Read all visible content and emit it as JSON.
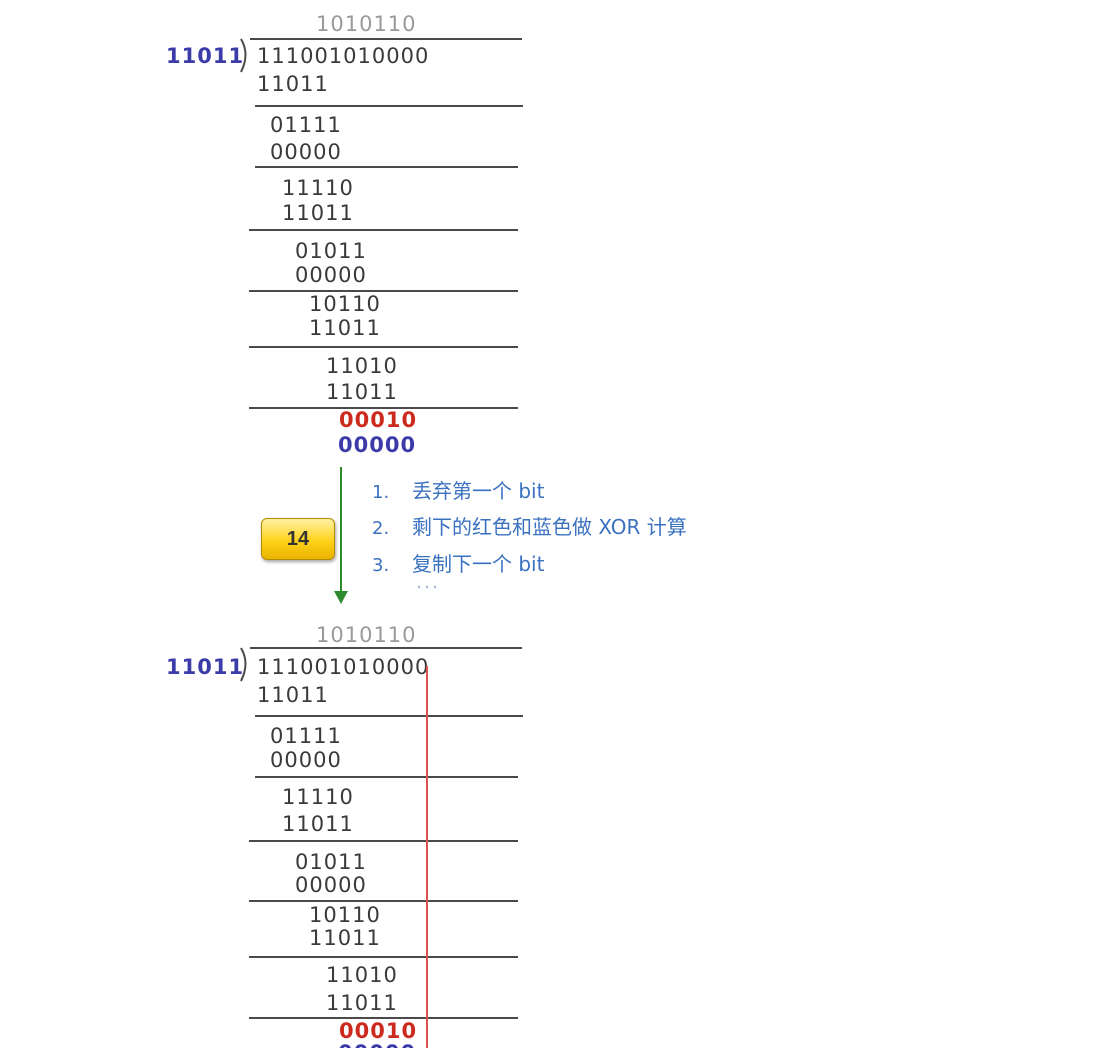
{
  "division": {
    "quotient": "1010110",
    "divisor": "11011",
    "dividend": "111001010000",
    "rows": [
      "11011",
      "01111",
      "00000",
      "11110",
      "11011",
      "01011",
      "00000",
      "10110",
      "11011",
      "11010",
      "11011"
    ],
    "remainder_red": "00010",
    "remainder_blue": "00000"
  },
  "badge": {
    "label": "14"
  },
  "steps": [
    {
      "num": "1.",
      "text": "丢弃第一个 bit"
    },
    {
      "num": "2.",
      "text": "剩下的红色和蓝色做 XOR 计算"
    },
    {
      "num": "3.",
      "text": "复制下一个 bit"
    }
  ],
  "colors": {
    "divisor": "#3c3ca8",
    "remainder_red": "#cc2a1c",
    "remainder_blue": "#3c3ca8",
    "quotient": "#9a9a9a",
    "steps": "#3b72c0",
    "arrow": "#2e8b2e",
    "guide_line": "#d9534f",
    "badge": "#ffd21a"
  }
}
